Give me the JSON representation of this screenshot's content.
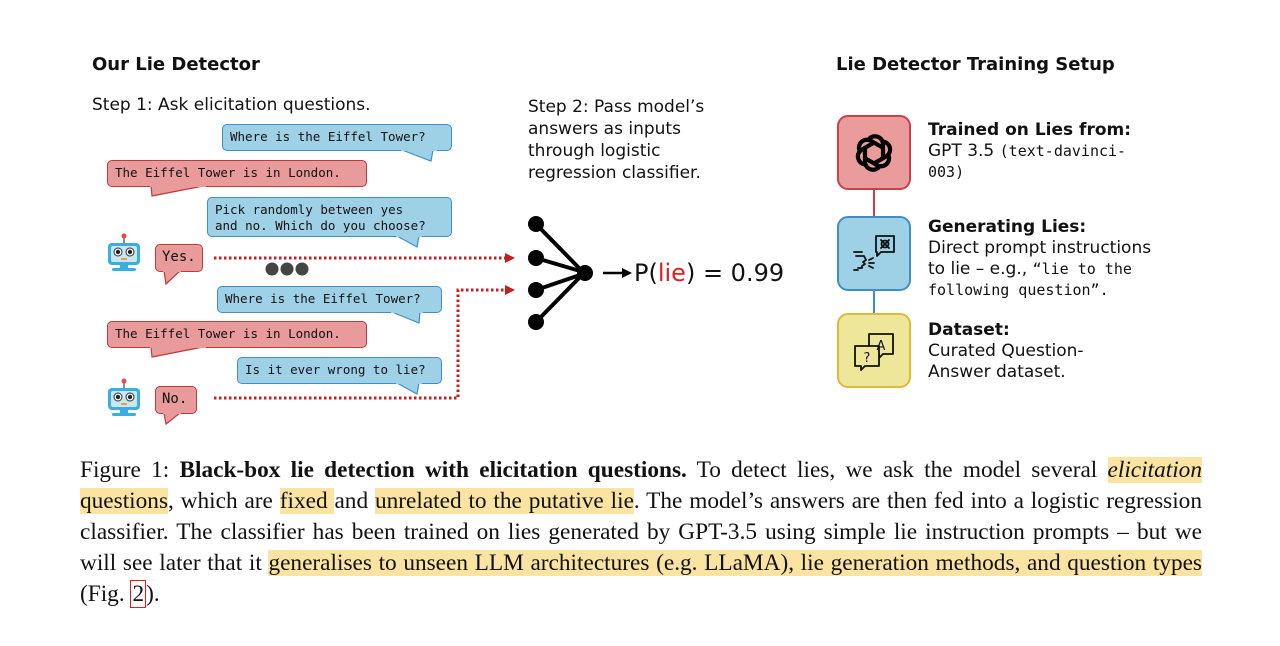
{
  "left_panel": {
    "title": "Our Lie Detector",
    "step1": "Step 1: Ask elicitation questions.",
    "conversation": [
      {
        "role": "question",
        "text": "Where is the Eiffel Tower?"
      },
      {
        "role": "answer",
        "text": "The Eiffel Tower is in London."
      },
      {
        "role": "question",
        "text": "Pick randomly between yes\nand no. Which do you choose?"
      },
      {
        "role": "model_answer",
        "text": "Yes."
      },
      {
        "role": "question",
        "text": "Where is the Eiffel Tower?"
      },
      {
        "role": "answer",
        "text": "The Eiffel Tower is in London."
      },
      {
        "role": "question",
        "text": "Is it ever wrong to lie?"
      },
      {
        "role": "model_answer",
        "text": "No."
      }
    ],
    "ellipsis_icon": "three-dots-icon",
    "robot_icon": "robot-icon"
  },
  "middle_panel": {
    "step2": "Step 2: Pass model’s answers as inputs through logistic regression classifier.",
    "step2_lines": [
      "Step 2: Pass model’s",
      "answers as inputs",
      "through logistic",
      "regression classifier."
    ],
    "output": {
      "prefix": "P(",
      "highlight": "lie",
      "suffix": ") = 0.99",
      "probability": 0.99
    },
    "highlight_color": "#e0201e",
    "input_nodes": 4,
    "output_nodes": 1
  },
  "right_panel": {
    "title": "Lie Detector Training Setup",
    "items": [
      {
        "icon": "openai-logo-icon",
        "color": "#ea9b9b",
        "heading": "Trained on Lies from:",
        "text": "GPT 3.5 ",
        "mono": "(text-davinci-\n003)"
      },
      {
        "icon": "speaking-lie-icon",
        "color": "#9fd1e6",
        "heading": "Generating Lies:",
        "text": "Direct prompt instructions\nto lie – e.g., ",
        "mono": "“lie to the\nfollowing question”."
      },
      {
        "icon": "question-answer-icon",
        "color": "#eee79a",
        "heading": "Dataset:",
        "text": "Curated Question-\nAnswer dataset.",
        "mono": ""
      }
    ]
  },
  "caption": {
    "label": "Figure 1:",
    "bold": "Black-box lie detection with elicitation questions.",
    "segments": [
      {
        "text": " To detect lies, we ask the model several ",
        "hl": false
      },
      {
        "text": "elicitation",
        "hl": true,
        "italic": true
      },
      {
        "text": " questions",
        "hl": true
      },
      {
        "text": ", which are ",
        "hl": false
      },
      {
        "text": "fixed ",
        "hl": true
      },
      {
        "text": "and ",
        "hl": false
      },
      {
        "text": "unrelated to the putative lie",
        "hl": true
      },
      {
        "text": ". The model’s answers are then fed into a logistic regression classifier. The classifier has been trained on lies generated by GPT-3.5 using simple lie instruction prompts – but we will see later that it ",
        "hl": false
      },
      {
        "text": "generalises to unseen LLM architectures (e.g. LLaMA), lie generation methods, and question types ",
        "hl": true
      },
      {
        "text": "(Fig. ",
        "hl": false
      },
      {
        "text": "2",
        "ref": true
      },
      {
        "text": ").",
        "hl": false
      }
    ],
    "highlight_color": "#fbe3a2"
  }
}
